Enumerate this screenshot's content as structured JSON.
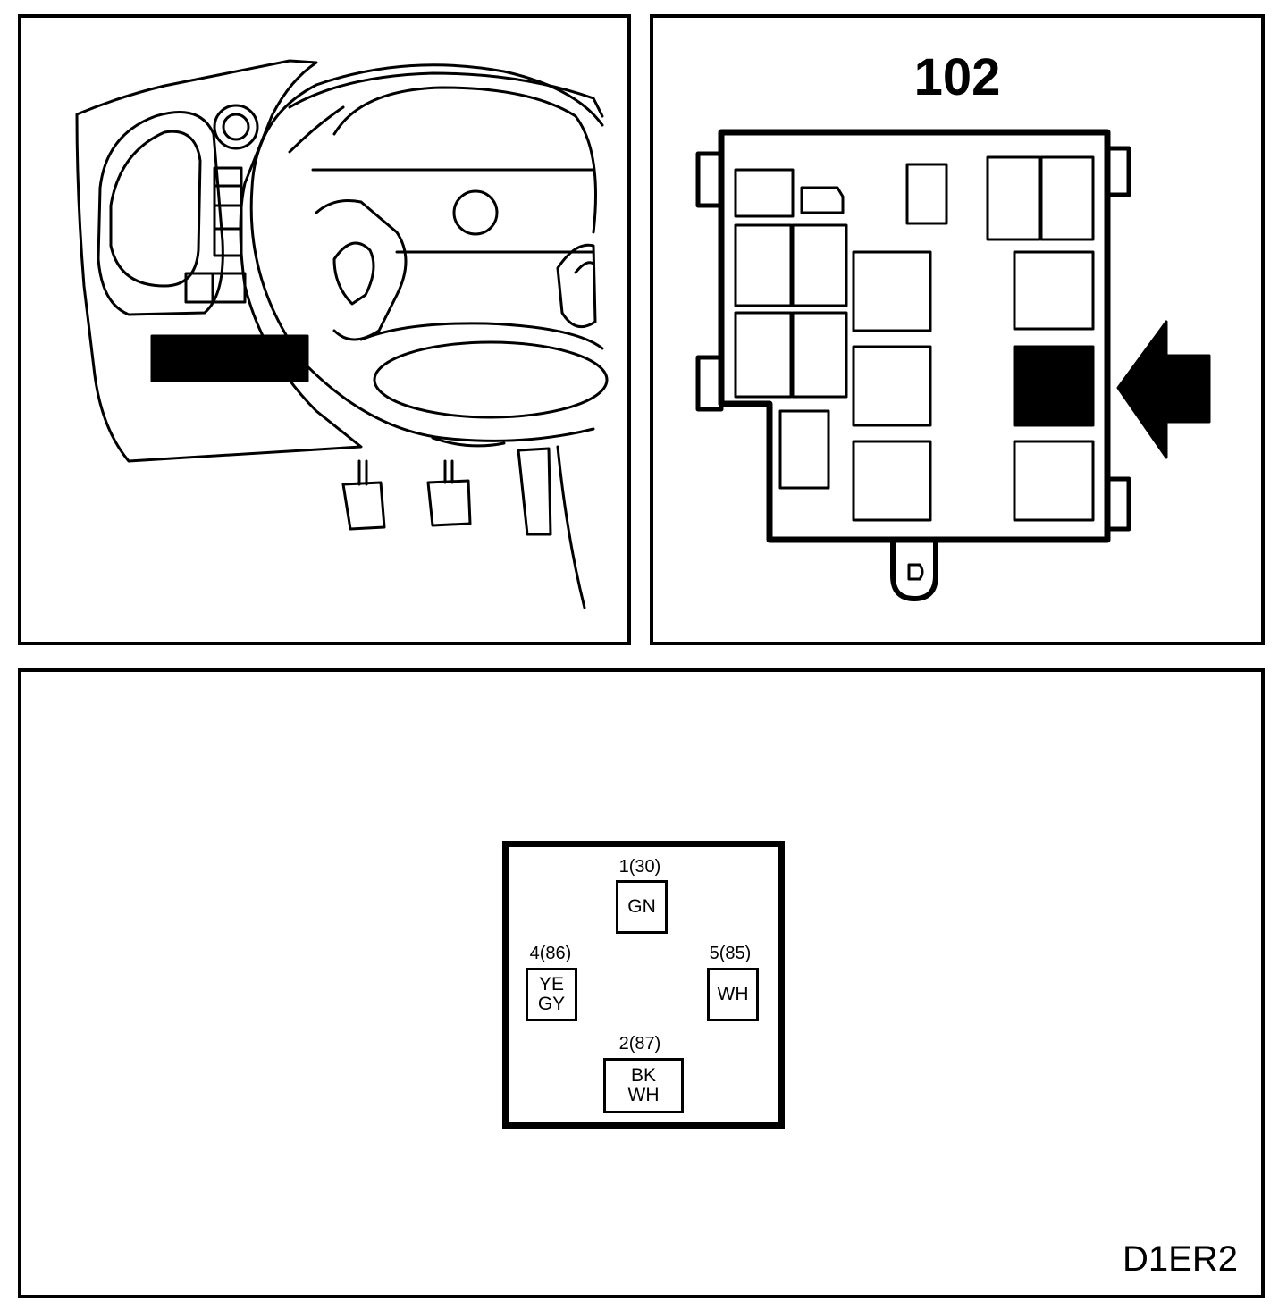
{
  "fuse_panel": {
    "title": "102"
  },
  "connector": {
    "pins": [
      {
        "label": "1(30)",
        "wires": [
          "GN"
        ]
      },
      {
        "label": "4(86)",
        "wires": [
          "YE",
          "GY"
        ]
      },
      {
        "label": "5(85)",
        "wires": [
          "WH"
        ]
      },
      {
        "label": "2(87)",
        "wires": [
          "BK",
          "WH"
        ]
      }
    ]
  },
  "diagram_code": "D1ER2"
}
